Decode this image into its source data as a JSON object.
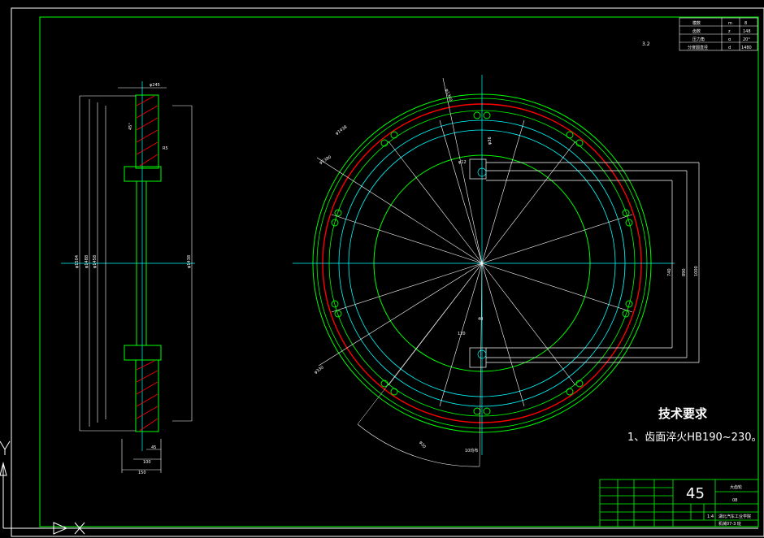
{
  "colors": {
    "background": "#000000",
    "frame": "#ffffff",
    "outline": "#00ff00",
    "center": "#00ffff",
    "pitch": "#ff0000",
    "hatch": "#ff0000",
    "text": "#ffffff"
  },
  "technical_requirements": {
    "title": "技术要求",
    "item_1": "1、齿面淬火HB190~230。"
  },
  "title_block": {
    "material": "45",
    "part_name": "大齿轮",
    "drawing_no": "08",
    "scale": "1:4",
    "school": "湖北汽车工业学院",
    "cls": "机械07-3 班"
  },
  "param_table": {
    "rows": [
      {
        "label": "模数",
        "sym": "m",
        "val": "8"
      },
      {
        "label": "齿数",
        "sym": "z",
        "val": "148"
      },
      {
        "label": "压力角",
        "sym": "α",
        "val": "20°"
      },
      {
        "label": "分度圆直径",
        "sym": "d",
        "val": "1480"
      }
    ]
  },
  "section_view": {
    "diameters": [
      "φ1504",
      "φ1488",
      "φ1458",
      "φ1438"
    ],
    "hub_dims": [
      "φ245",
      "R5",
      "45",
      "100",
      "150"
    ],
    "angle": "45°"
  },
  "front_view": {
    "dims": [
      "φ1438",
      "φ1380",
      "φ1360",
      "φ330",
      "40",
      "120",
      "φ12",
      "φ36",
      "740",
      "890",
      "1000",
      "φ20"
    ],
    "keyway": "10均布",
    "roughness": "3.2"
  }
}
